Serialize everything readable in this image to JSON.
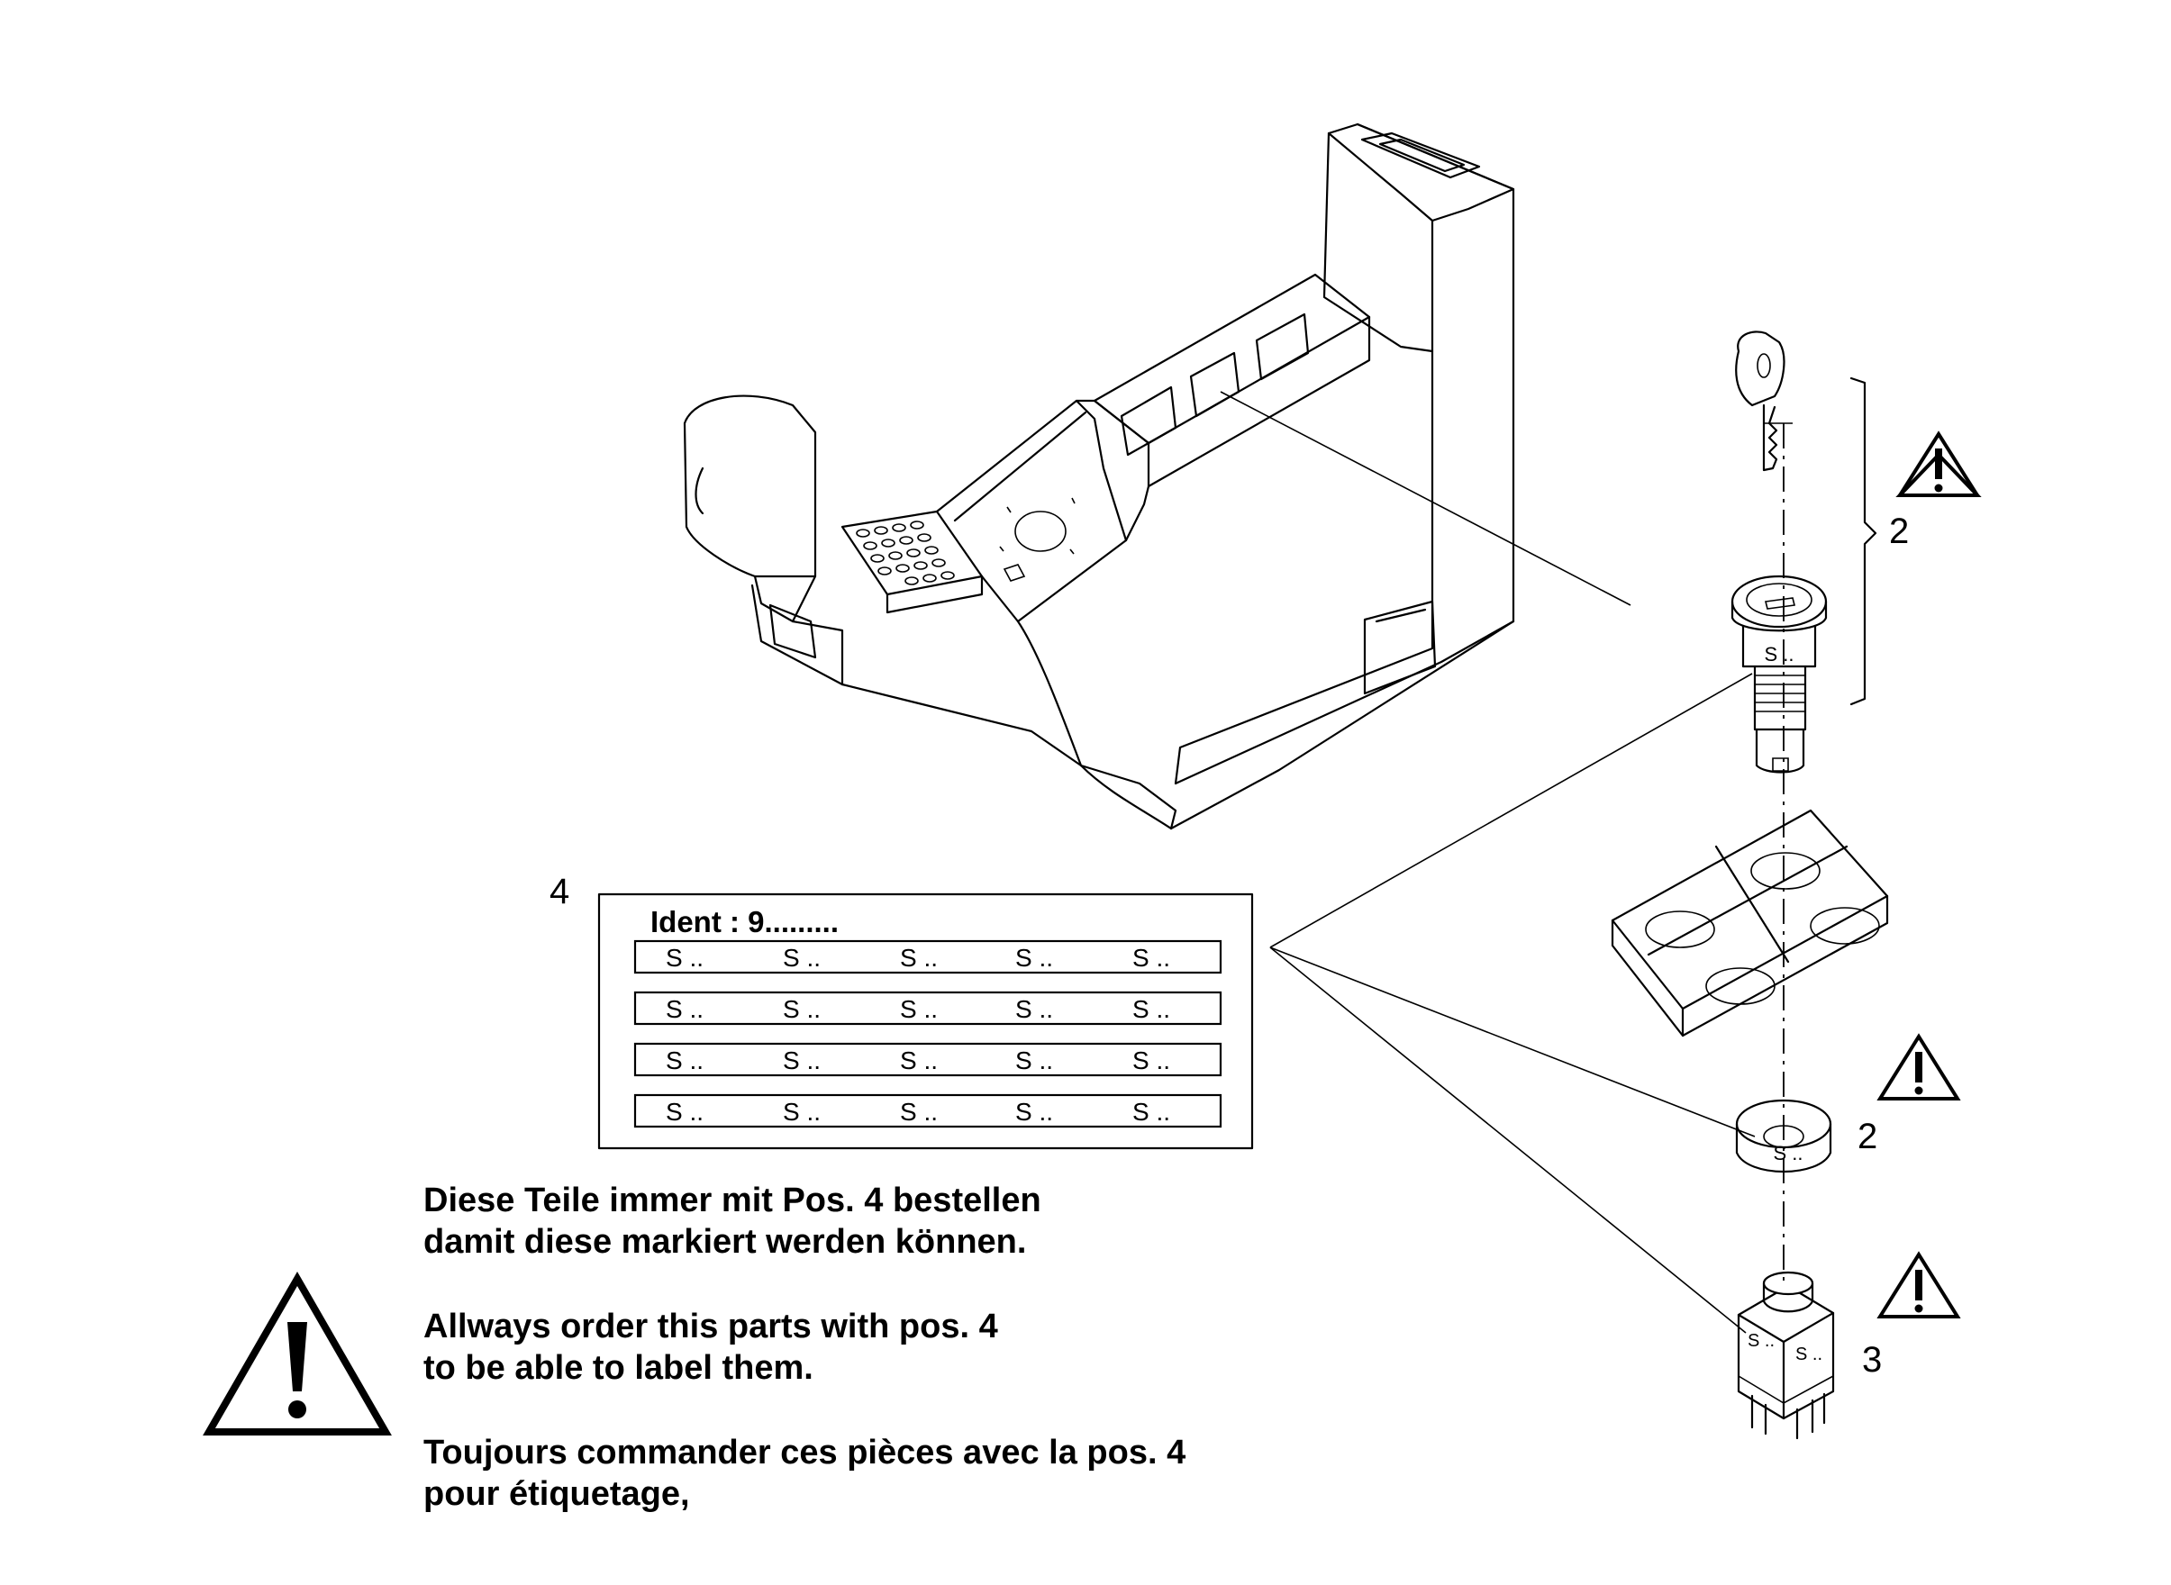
{
  "callouts": {
    "label_sheet": "4",
    "key_cylinder": "2",
    "cap": "2",
    "switch": "3"
  },
  "label_sheet": {
    "ident": "Ident : 9.........",
    "rows": [
      [
        "S ..",
        "S ..",
        "S ..",
        "S ..",
        "S .."
      ],
      [
        "S ..",
        "S ..",
        "S ..",
        "S ..",
        "S .."
      ],
      [
        "S ..",
        "S ..",
        "S ..",
        "S ..",
        "S .."
      ],
      [
        "S ..",
        "S ..",
        "S ..",
        "S ..",
        "S .."
      ]
    ]
  },
  "part_marks": {
    "cylinder": "S ..",
    "cap": "S ..",
    "switch_left": "S ..",
    "switch_right": "S .."
  },
  "notes": {
    "de": [
      "Diese Teile immer mit Pos. 4 bestellen",
      "damit diese markiert werden können."
    ],
    "en": [
      "Allways order this parts with pos. 4",
      "to be able to label them."
    ],
    "fr": [
      "Toujours commander ces pièces avec la pos. 4",
      "pour étiquetage,"
    ]
  },
  "icons": {
    "large_warning": "warning-triangle-icon",
    "small_warning": "warning-triangle-icon"
  },
  "colors": {
    "ink": "#000000",
    "paper": "#ffffff"
  }
}
